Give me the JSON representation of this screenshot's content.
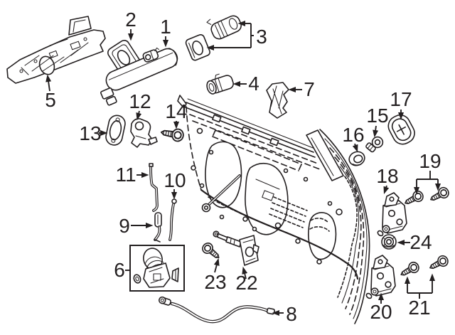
{
  "diagram": {
    "background_color": "#ffffff",
    "line_color": "#231f20",
    "callouts": [
      {
        "label": "1"
      },
      {
        "label": "2"
      },
      {
        "label": "3"
      },
      {
        "label": "4"
      },
      {
        "label": "5"
      },
      {
        "label": "6"
      },
      {
        "label": "7"
      },
      {
        "label": "8"
      },
      {
        "label": "9"
      },
      {
        "label": "10"
      },
      {
        "label": "11"
      },
      {
        "label": "12"
      },
      {
        "label": "13"
      },
      {
        "label": "14"
      },
      {
        "label": "15"
      },
      {
        "label": "16"
      },
      {
        "label": "17"
      },
      {
        "label": "18"
      },
      {
        "label": "19"
      },
      {
        "label": "20"
      },
      {
        "label": "21"
      },
      {
        "label": "22"
      },
      {
        "label": "23"
      },
      {
        "label": "24"
      }
    ]
  }
}
